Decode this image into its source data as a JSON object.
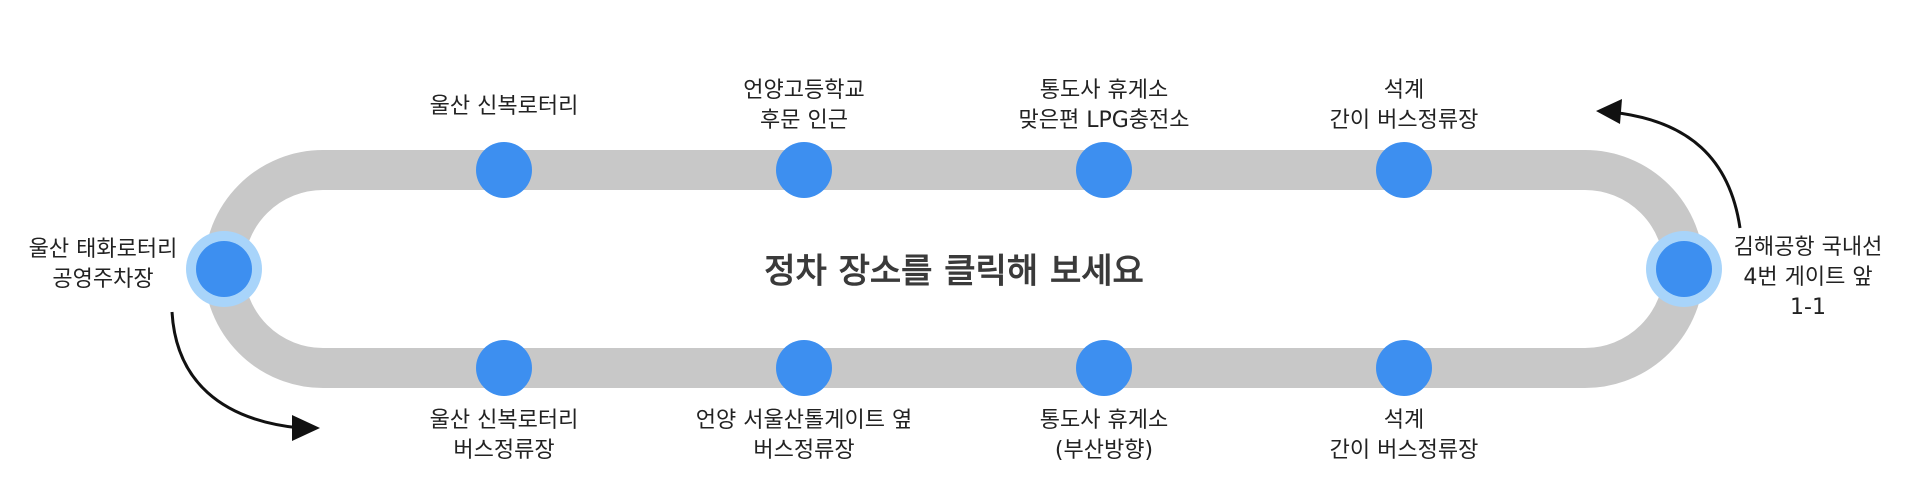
{
  "title": "정차 장소를 클릭해 보세요",
  "colors": {
    "track": "#c8c8c8",
    "stop": "#3d8ff0",
    "terminal_ring": "#a8d4fa",
    "arrow": "#111111",
    "text": "#222222"
  },
  "terminals": {
    "left": {
      "lines": [
        "울산 태화로터리",
        "공영주차장"
      ]
    },
    "right": {
      "lines": [
        "김해공항 국내선",
        "4번 게이트 앞",
        "1-1"
      ]
    }
  },
  "top_stops": [
    {
      "lines": [
        "울산 신복로터리"
      ]
    },
    {
      "lines": [
        "언양고등학교",
        "후문 인근"
      ]
    },
    {
      "lines": [
        "통도사 휴게소",
        "맞은편 LPG충전소"
      ]
    },
    {
      "lines": [
        "석계",
        "간이 버스정류장"
      ]
    }
  ],
  "bottom_stops": [
    {
      "lines": [
        "울산 신복로터리",
        "버스정류장"
      ]
    },
    {
      "lines": [
        "언양 서울산톨게이트 옆",
        "버스정류장"
      ]
    },
    {
      "lines": [
        "통도사 휴게소",
        "(부산방향)"
      ]
    },
    {
      "lines": [
        "석계",
        "간이 버스정류장"
      ]
    }
  ]
}
